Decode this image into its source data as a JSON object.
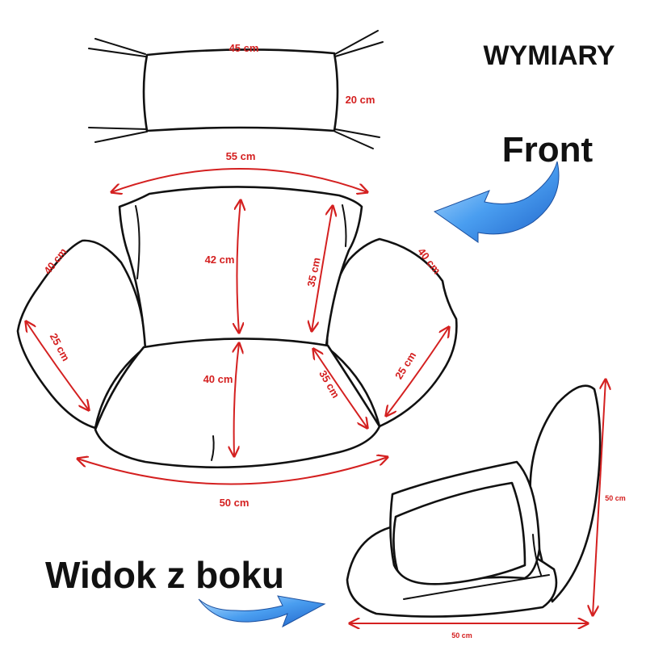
{
  "headings": {
    "dimensions": "WYMIARY",
    "front": "Front",
    "side_view": "Widok z boku"
  },
  "dimensions": {
    "pillow_width": "45 cm",
    "pillow_height": "20 cm",
    "back_width": "55 cm",
    "back_height": "42 cm",
    "back_side_height": "35 cm",
    "left_arm_length": "40 cm",
    "right_arm_length": "40 cm",
    "left_arm_inner": "25 cm",
    "right_arm_inner": "25 cm",
    "seat_depth": "40 cm",
    "seat_side_depth": "35 cm",
    "seat_width": "50 cm",
    "side_height": "50 cm",
    "side_depth": "50 cm"
  },
  "colors": {
    "dimension_red": "#d42020",
    "outline_black": "#111111",
    "arrow_blue": "#3a8ee8"
  }
}
